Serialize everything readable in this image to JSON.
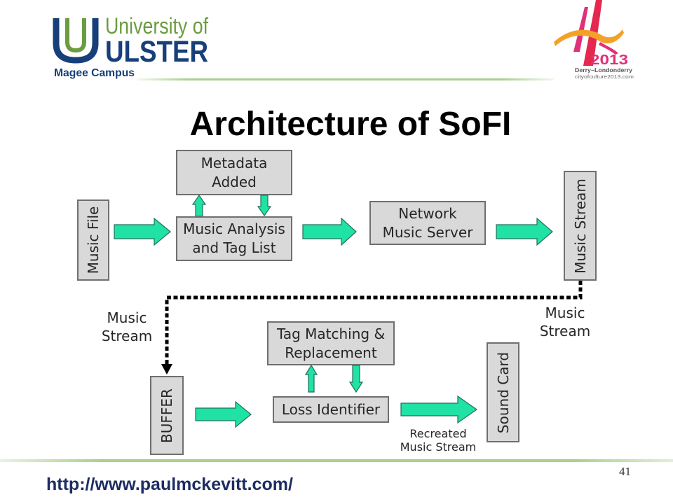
{
  "header": {
    "university_logo": {
      "icon": "ulster-logo-mark",
      "line1": "University of",
      "line2": "ULSTER"
    },
    "campus": "Magee Campus",
    "culture_logo": {
      "icon": "city-of-culture-2013-logo",
      "year": "2013",
      "city": "Derry~Londonderry",
      "website": "cityofculture2013.com"
    }
  },
  "title": "Architecture of SoFI",
  "diagram": {
    "nodes": {
      "music_file": "Music File",
      "metadata_added": [
        "Metadata",
        "Added"
      ],
      "music_analysis": [
        "Music Analysis",
        "and Tag List"
      ],
      "network_music_server": [
        "Network",
        "Music Server"
      ],
      "music_stream": "Music Stream",
      "buffer": "BUFFER",
      "tag_matching": [
        "Tag Matching &",
        "Replacement"
      ],
      "loss_identifier": "Loss Identifier",
      "sound_card": "Sound Card"
    },
    "edge_labels": {
      "music_stream_left": [
        "Music",
        "Stream"
      ],
      "music_stream_right": [
        "Music",
        "Stream"
      ],
      "recreated_music_stream": [
        "Recreated",
        "Music Stream"
      ]
    }
  },
  "footer": {
    "page_number": "41",
    "url": "http://www.paulmckevitt.com/"
  },
  "colors": {
    "arrow_fill": "#1fe2a4",
    "arrow_stroke": "#22705a",
    "box_fill": "#d9d9d9",
    "box_border": "#6f6f6f",
    "connector": "#000000",
    "ulster_blue": "#173f7a",
    "ulster_green": "#6b9c3f",
    "culture_red": "#e5284f",
    "culture_pink": "#e0307a",
    "culture_orange": "#f4a12a",
    "divider_green": "#a9d18e",
    "url_color": "#1d2d63",
    "text_dark": "#262626"
  }
}
